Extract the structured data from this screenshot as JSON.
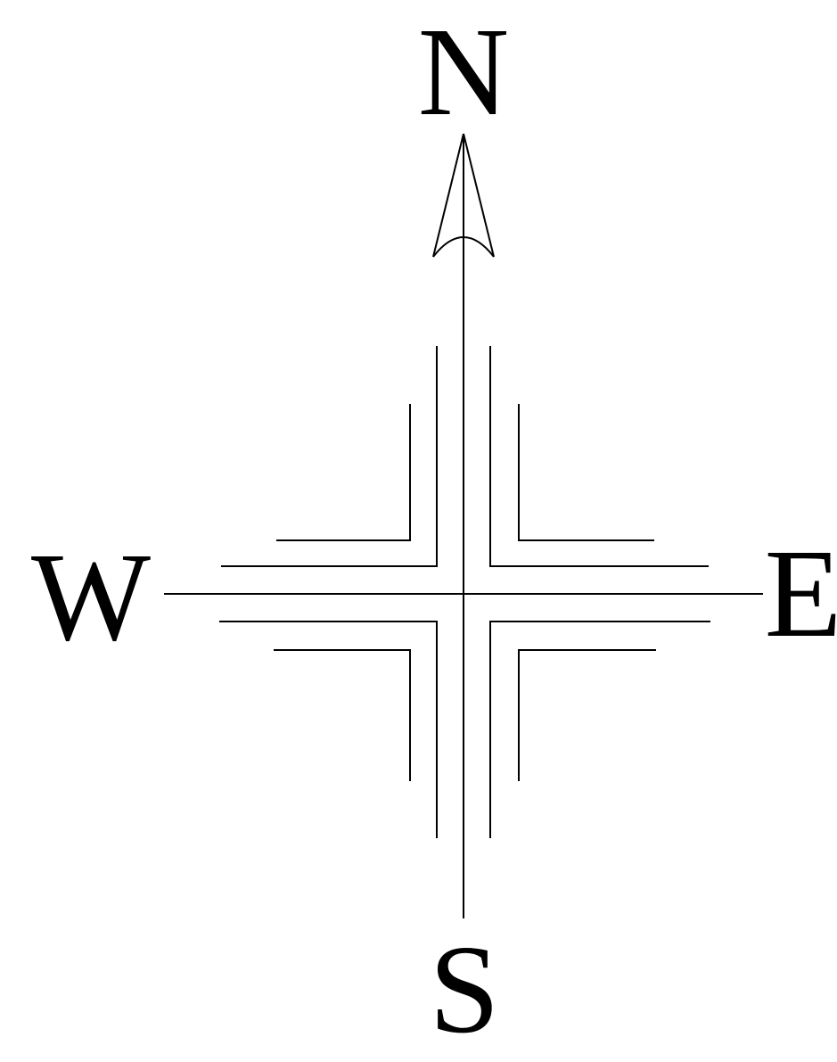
{
  "compass": {
    "labels": {
      "north": "N",
      "south": "S",
      "east": "E",
      "west": "W"
    },
    "arrow_icon": "north-arrow-icon",
    "colors": {
      "ink": "#000000",
      "background": "#ffffff"
    }
  }
}
